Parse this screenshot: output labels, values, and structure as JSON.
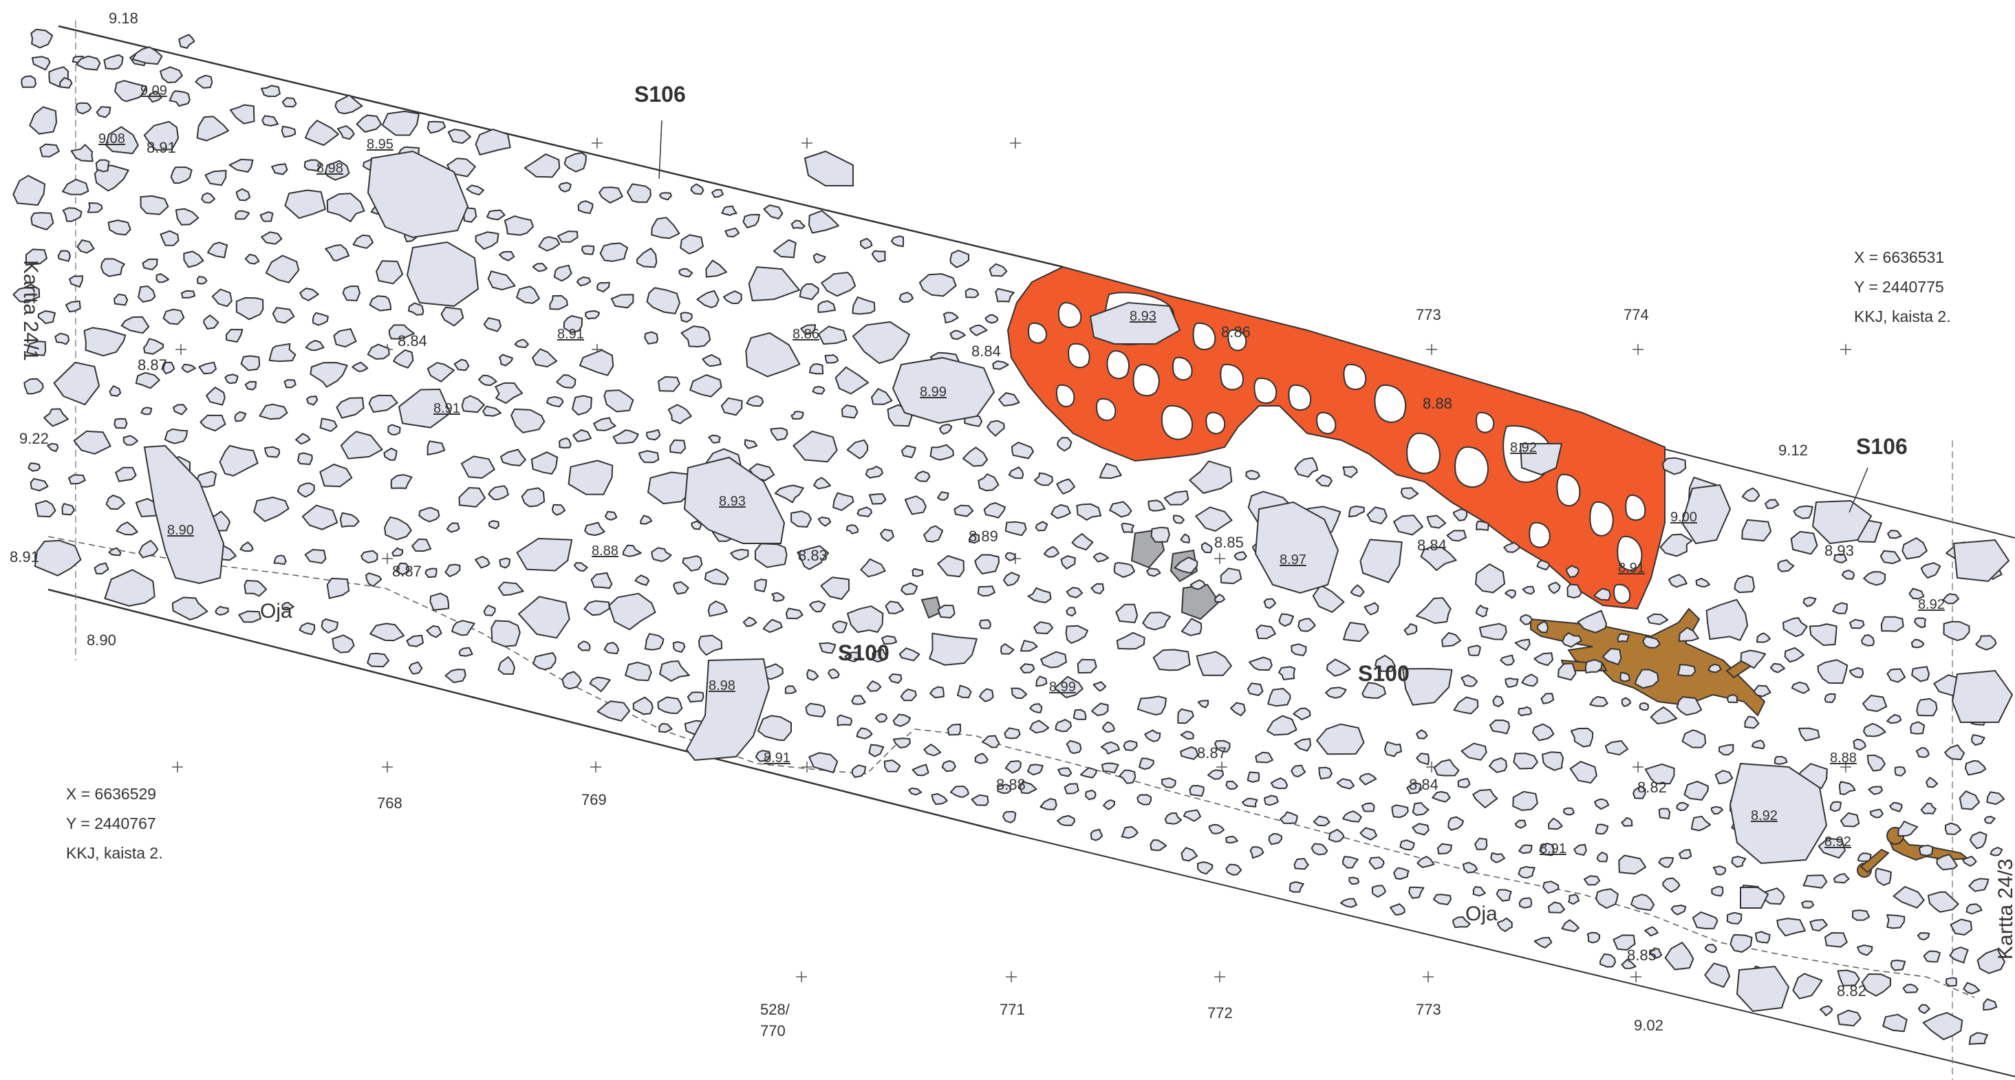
{
  "map": {
    "structures": {
      "s106_top": "S106",
      "s106_right": "S106",
      "s100_left": "S100",
      "s100_right": "S100"
    },
    "ditch": {
      "left": "Oja",
      "right": "Oja"
    },
    "kartta": {
      "left": "Kartta 24/1",
      "right": "Kartta 24/3"
    },
    "coords_left": {
      "x": "X = 6636529",
      "y": "Y = 2440767",
      "system": "KKJ, kaista 2."
    },
    "coords_right": {
      "x": "X = 6636531",
      "y": "Y = 2440775",
      "system": "KKJ, kaista 2."
    },
    "grid_labels": {
      "g768": "768",
      "g769": "769",
      "g528": "528/",
      "g770": "770",
      "g771": "771",
      "g772": "772",
      "g773_bottom": "773",
      "g773_top": "773",
      "g774": "774"
    },
    "elevations": {
      "e918": "9.18",
      "e922": "9.22",
      "e891_edge": "8.91",
      "e890_edge": "8.90",
      "e891_a": "8.91",
      "e887_a": "8.87",
      "e884_a": "8.84",
      "e887_b": "8.87",
      "e883": "8.83",
      "e884_b": "8.84",
      "e889": "8.89",
      "e891_b": "8.91",
      "e888_a": "8.88",
      "e887_c": "8.87",
      "e884_c": "8.84",
      "e884_d": "8.84",
      "e882": "8.82",
      "e888_b": "8.88",
      "e893": "8.93",
      "e912": "9.12",
      "e885": "8.85",
      "e902": "9.02",
      "e882_b": "8.82",
      "e888_c": "8.88"
    },
    "stone_levels": {
      "s909": "9.09",
      "s908": "9.08",
      "s898_a": "8.98",
      "s895": "8.95",
      "s891_a": "8.91",
      "s891_b": "8.91",
      "s886_a": "8.86",
      "s899_a": "8.99",
      "s893_a": "8.93",
      "s890": "8.90",
      "s888": "8.88",
      "s898_b": "8.98",
      "s899_b": "8.99",
      "s893_red": "8.93",
      "s886_red": "8.86",
      "s888_red": "8.88",
      "s892_red": "8.92",
      "s891_red": "8.91",
      "s885": "8.85",
      "s897": "8.97",
      "s900": "9.00",
      "s892_a": "8.92",
      "s892_b": "8.92",
      "s891_c": "8.91",
      "s892_c": "8.92"
    },
    "colors": {
      "stone_fill": "#dfe2ec",
      "dark_stone_fill": "#a9abae",
      "burnt_area": "#f15a2b",
      "wood_remains": "#b07a35",
      "outline": "#333333"
    }
  }
}
